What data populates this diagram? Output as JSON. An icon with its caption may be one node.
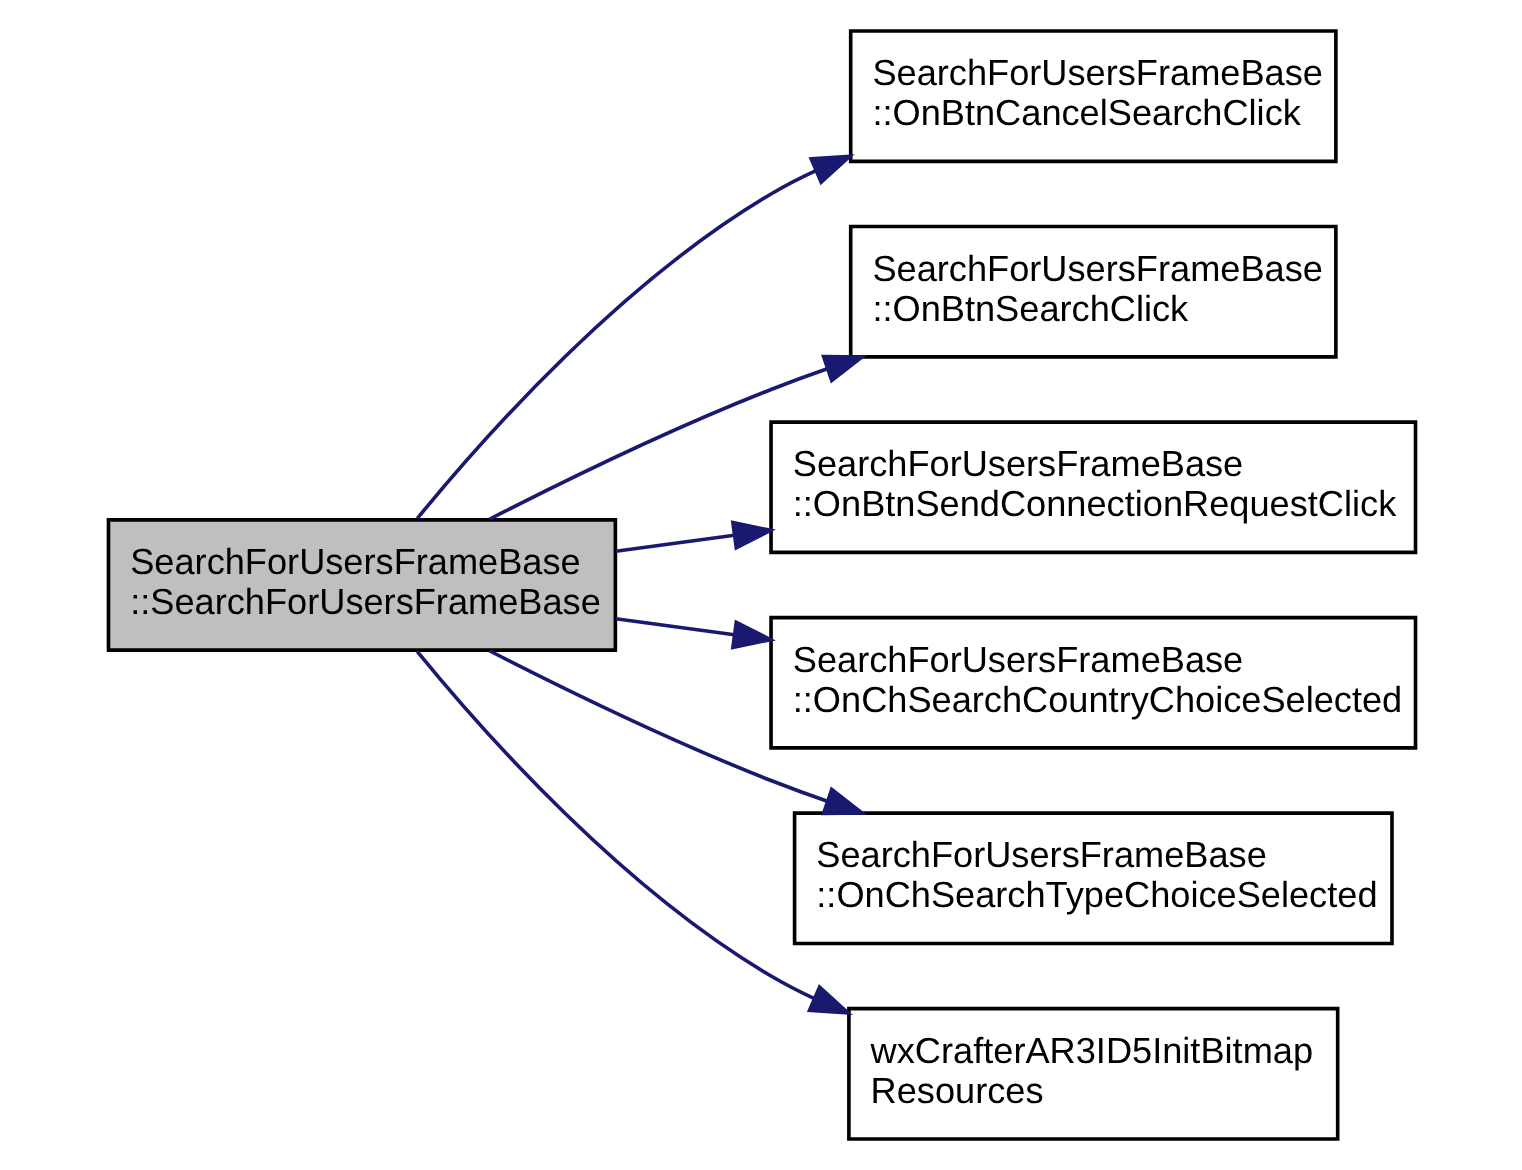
{
  "diagram": {
    "nodes": [
      {
        "text": [
          "SearchForUsersFrameBase ::SearchForUsersFrameBase"
        ]
      },
      {
        "text": [
          "SearchForUsersFrameBase ::OnBtnCancelSearchClick"
        ]
      },
      {
        "text": [
          "SearchForUsersFrameBase ::OnBtnSearchClick"
        ]
      },
      {
        "text": [
          "SearchForUsersFrameBase ::OnBtnSendConnectionRequestClick"
        ]
      },
      {
        "text": [
          "SearchForUsersFrameBase ::OnChSearchCountryChoiceSelected"
        ]
      },
      {
        "text": [
          "SearchForUsersFrameBase ::OnChSearchTypeChoiceSelected"
        ]
      },
      {
        "text": [
          "wxCrafterAR3ID5InitBitmap Resources"
        ]
      }
    ],
    "edges": [
      {
        "from": 0,
        "to": 1,
        "arrow": "to"
      },
      {
        "from": 0,
        "to": 2,
        "arrow": "to"
      },
      {
        "from": 0,
        "to": 3,
        "arrow": "to"
      },
      {
        "from": 0,
        "to": 4,
        "arrow": "to"
      },
      {
        "from": 0,
        "to": 5,
        "arrow": "to"
      },
      {
        "from": 0,
        "to": 6,
        "arrow": "to"
      }
    ]
  }
}
